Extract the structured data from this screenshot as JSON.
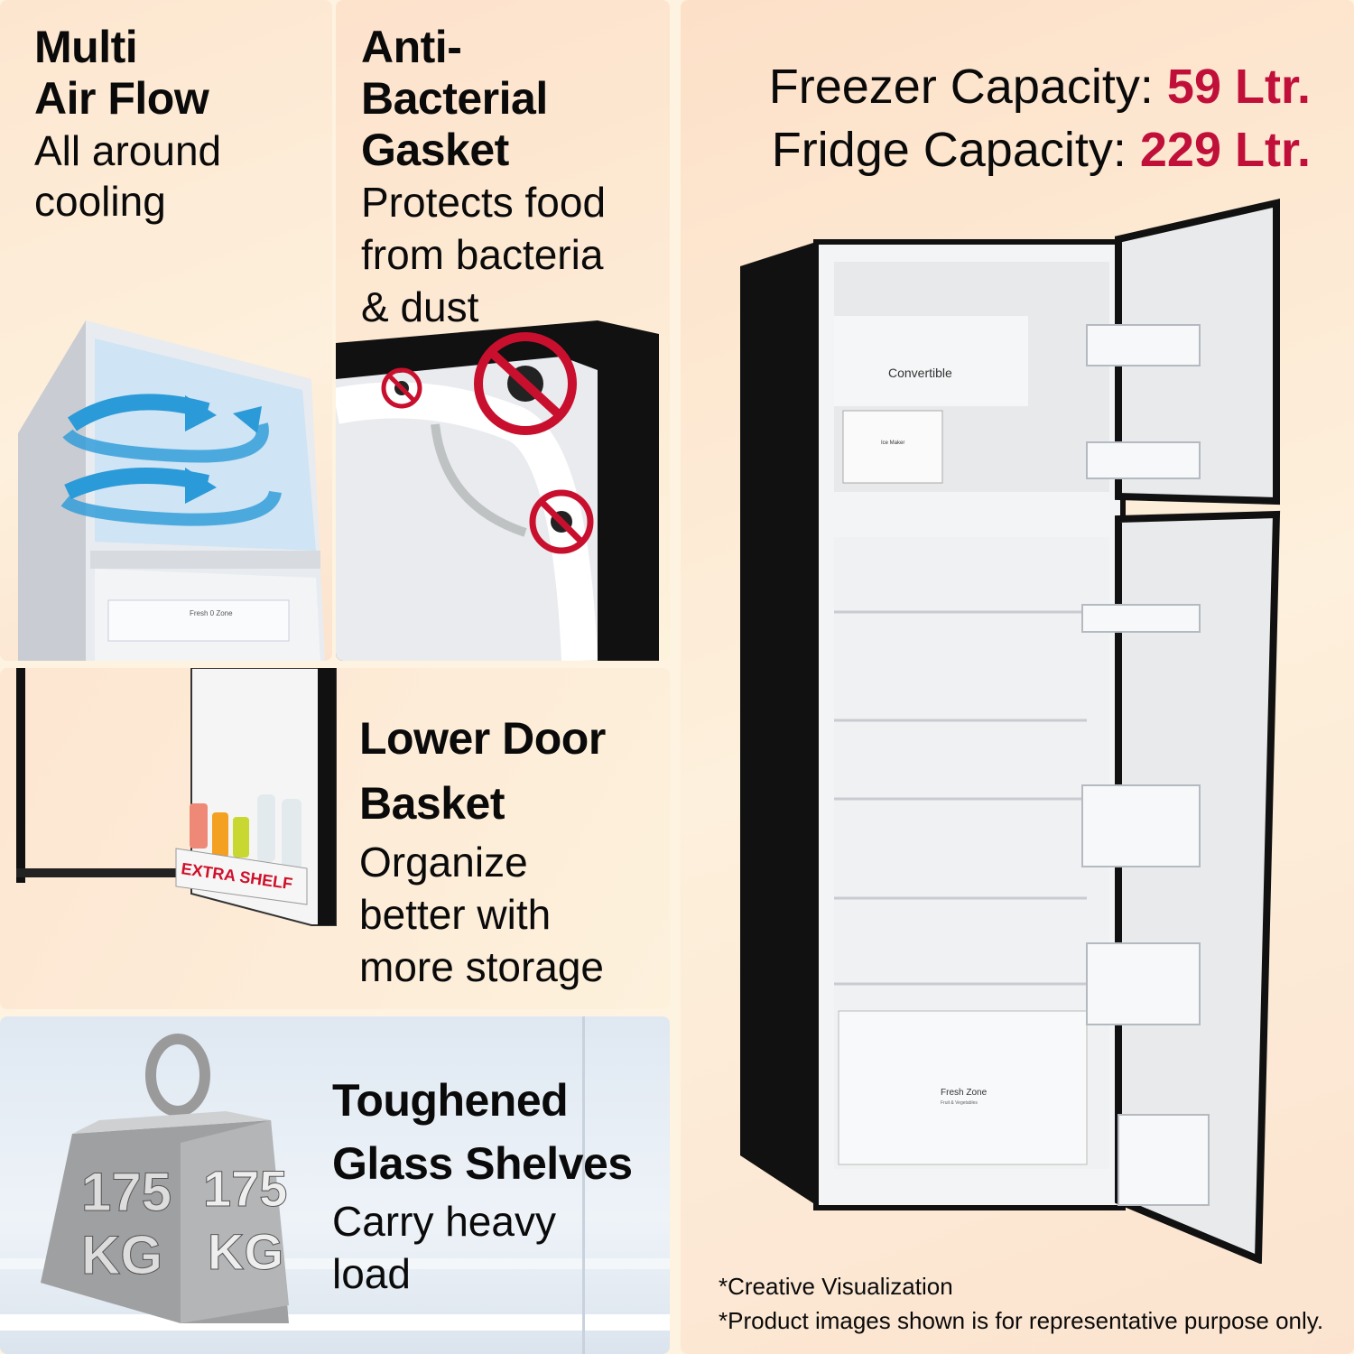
{
  "multi_air_flow": {
    "title_line1": "Multi",
    "title_line2": "Air Flow",
    "desc_line1": "All around",
    "desc_line2": "cooling",
    "drawer_label": "Fresh 0 Zone"
  },
  "gasket": {
    "title_line1": "Anti-",
    "title_line2": "Bacterial",
    "title_line3": "Gasket",
    "desc_line1": "Protects food",
    "desc_line2": "from bacteria",
    "desc_line3": "& dust"
  },
  "door_basket": {
    "title_line1": "Lower Door",
    "title_line2": "Basket",
    "desc_line1": "Organize",
    "desc_line2": "better with",
    "desc_line3": "more storage",
    "badge": "EXTRA SHELF"
  },
  "glass_shelves": {
    "title_line1": "Toughened",
    "title_line2": "Glass Shelves",
    "desc_line1": "Carry heavy",
    "desc_line2": "load",
    "weight_number": "175",
    "weight_unit": "KG"
  },
  "capacity": {
    "freezer_label": "Freezer Capacity:",
    "freezer_value": "59 Ltr.",
    "fridge_label": "Fridge  Capacity:",
    "fridge_value": "229 Ltr."
  },
  "fridge_labels": {
    "convertible": "Convertible",
    "ice_maker": "Ice Maker",
    "fresh_zone": "Fresh Zone",
    "fresh_zone_sub": "Fruit & Vegetables"
  },
  "notes": {
    "line1": "*Creative Visualization",
    "line2": "*Product images shown is for representative purpose only."
  },
  "colors": {
    "accent": "#c0103a",
    "airflow": "#2a9ad8",
    "bacteria_ring": "#c8102e"
  }
}
